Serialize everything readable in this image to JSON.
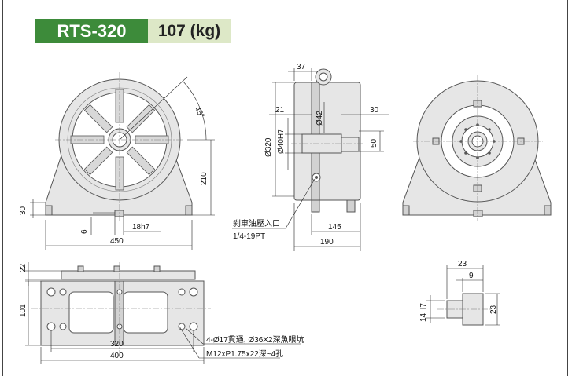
{
  "header": {
    "model": "RTS-320",
    "weight": "107 (kg)"
  },
  "front_view": {
    "angle": "45°",
    "height_center": "210",
    "base_height": "30",
    "key_offset": "6",
    "key_width": "18h7",
    "total_width": "450"
  },
  "side_view": {
    "d1": "37",
    "d2": "21",
    "d3": "Ø42",
    "d4": "30",
    "d5": "Ø320",
    "d6": "Ø40H7",
    "d7": "50",
    "d8": "145",
    "d9": "190",
    "note_line1": "刹車油壓入口",
    "note_line2": "1/4-19PT"
  },
  "top_view": {
    "h1": "22",
    "h2": "101",
    "w1": "320",
    "w2": "400",
    "note_line1": "4-Ø17貫通, Ø36X2深魚眼坑",
    "note_line2": "M12xP1.75x22深~4孔"
  },
  "key_detail": {
    "w_total": "23",
    "w_step": "9",
    "h_left": "14H7",
    "h_right": "23"
  },
  "colors": {
    "badge_model": "#3d8b3a",
    "badge_weight": "#dde8c7"
  }
}
